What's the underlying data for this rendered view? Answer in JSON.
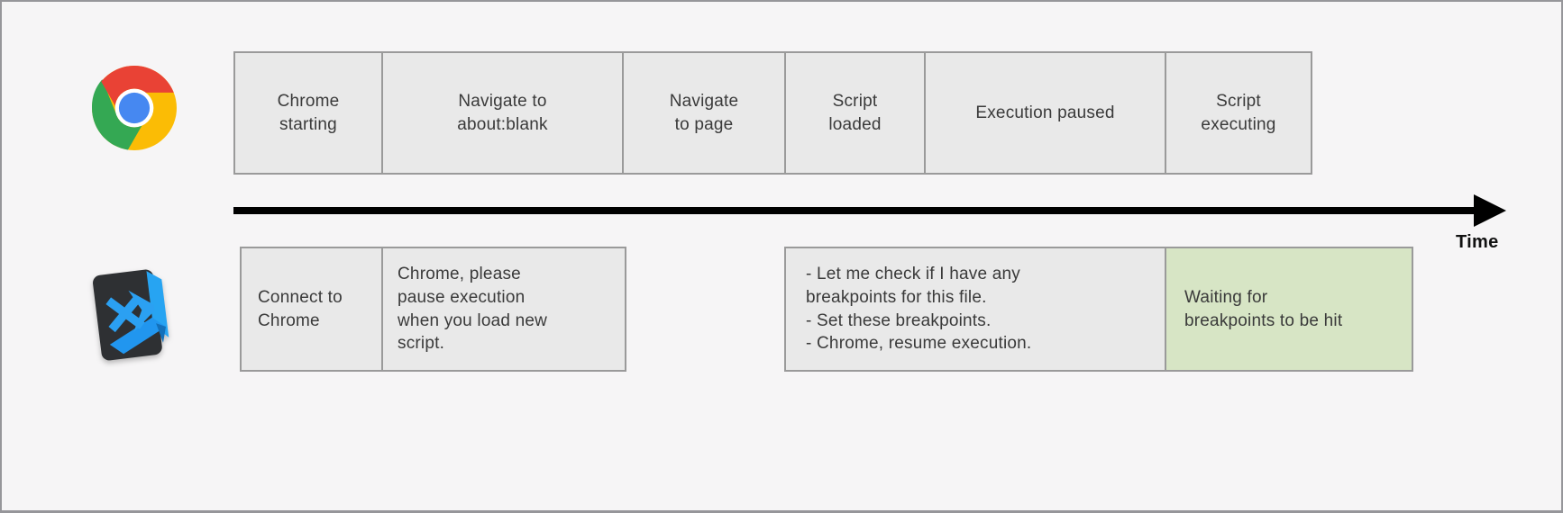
{
  "diagram": {
    "time_label": "Time",
    "lanes": [
      {
        "name": "chrome-lane",
        "icon": "chrome-logo",
        "events": [
          {
            "label": "Chrome\nstarting"
          },
          {
            "label": "Navigate to\nabout:blank"
          },
          {
            "label": "Navigate\nto page"
          },
          {
            "label": "Script\nloaded"
          },
          {
            "label": "Execution paused"
          },
          {
            "label": "Script\nexecuting"
          }
        ]
      },
      {
        "name": "vscode-lane",
        "icon": "vscode-logo",
        "events": [
          {
            "label": "Connect to\nChrome"
          },
          {
            "label": "Chrome, please\npause execution\nwhen you load new\nscript."
          },
          {
            "label": "- Let me check if I have any\nbreakpoints for this file.\n- Set these breakpoints.\n- Chrome, resume execution."
          },
          {
            "label": "Waiting for\nbreakpoints to be hit",
            "highlighted": true
          }
        ]
      }
    ]
  },
  "colors": {
    "canvas_bg": "#f6f5f6",
    "canvas_border": "#96969a",
    "box_fill": "#e9e9e9",
    "box_border": "#9a9a9a",
    "highlight_fill": "#d7e5c5",
    "text": "#3a3a3a",
    "arrow": "#000000",
    "chrome_red": "#e94235",
    "chrome_green": "#34a853",
    "chrome_yellow": "#fbbc05",
    "chrome_blue": "#4688f1",
    "vscode_blue": "#2ba0f2",
    "vscode_dark": "#2e3033"
  }
}
